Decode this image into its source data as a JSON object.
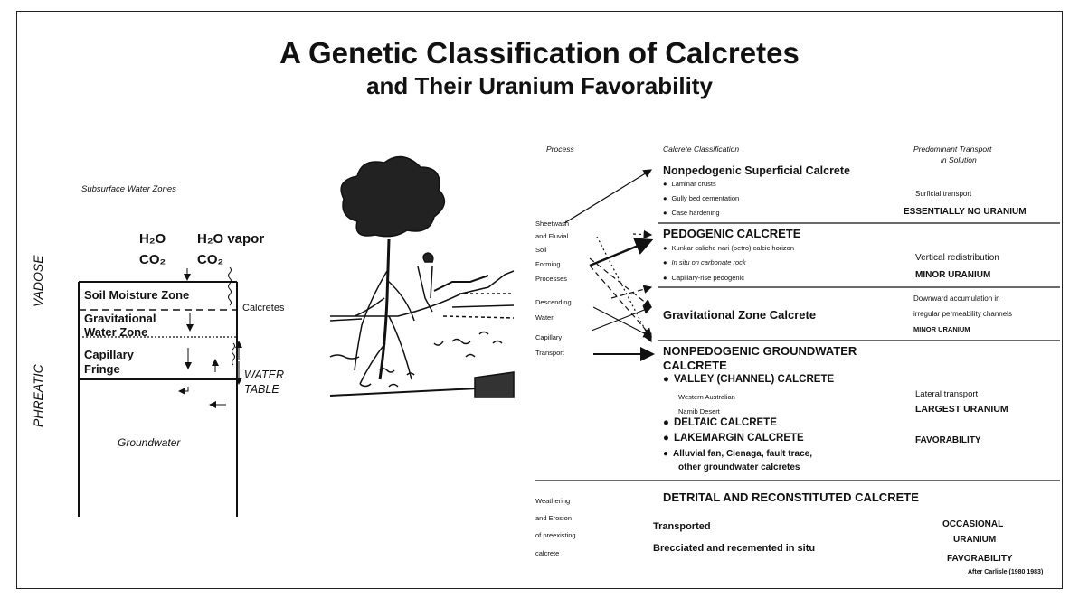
{
  "title": {
    "line1": "A Genetic Classification of Calcretes",
    "line2": "and Their Uranium Favorability"
  },
  "left": {
    "subsurface_label": "Subsurface Water Zones",
    "h2o_1": "H₂O",
    "co2_1": "CO₂",
    "h2o_vapor": "H₂O vapor",
    "co2_2": "CO₂",
    "vadose": "VADOSE",
    "phreatic": "PHREATIC",
    "soil_moisture": "Soil Moisture Zone",
    "grav_line1": "Gravitational",
    "grav_line2": "Water Zone",
    "cap_line1": "Capillary",
    "cap_line2": "Fringe",
    "calcretes": "Calcretes",
    "water": "WATER",
    "table": "TABLE",
    "groundwater": "Groundwater"
  },
  "headers": {
    "process": "Process",
    "classification": "Calcrete Classification",
    "transport_1": "Predominant Transport",
    "transport_2": "in Solution"
  },
  "process_labels": {
    "sheetwash": "Sheetwash",
    "fluvial": "and Fluvial",
    "soil": "Soil",
    "forming": "Forming",
    "processes": "Processes",
    "descending": "Descending",
    "water": "Water",
    "capillary": "Capillary",
    "transport": "Transport",
    "weathering": "Weathering",
    "erosion": "and Erosion",
    "preexisting": "of preexisting",
    "calcrete": "calcrete"
  },
  "classes": {
    "superficial_title": "Nonpedogenic Superficial Calcrete",
    "superficial_items": [
      "Laminar crusts",
      "Gully bed cementation",
      "Case hardening"
    ],
    "pedogenic_title": "PEDOGENIC CALCRETE",
    "pedogenic_items": [
      "Kunkar caliche nari (petro) calcic horizon",
      "In situ on carbonate rock",
      "Capillary-rise pedogenic"
    ],
    "gravitational_title": "Gravitational Zone Calcrete",
    "groundwater_title_1": "NONPEDOGENIC GROUNDWATER",
    "groundwater_title_2": "CALCRETE",
    "valley": "VALLEY (CHANNEL) CALCRETE",
    "western": "Western Australian",
    "namib": "Namib Desert",
    "deltaic": "DELTAIC CALCRETE",
    "lakemargin": "LAKEMARGIN CALCRETE",
    "alluvial_1": "Alluvial fan, Cienaga, fault trace,",
    "alluvial_2": "other groundwater calcretes",
    "detrital_title": "DETRITAL AND RECONSTITUTED CALCRETE",
    "transported": "Transported",
    "brecciated": "Brecciated and recemented in situ"
  },
  "transport": {
    "surficial": "Surficial transport",
    "no_uranium": "ESSENTIALLY NO URANIUM",
    "vertical": "Vertical redistribution",
    "minor_1": "MINOR URANIUM",
    "downward_1": "Downward   accumulation   in",
    "downward_2": "irregular permeability channels",
    "minor_2": "MINOR URANIUM",
    "lateral": "Lateral transport",
    "largest": "LARGEST URANIUM",
    "favorability_1": "FAVORABILITY",
    "occasional": "OCCASIONAL",
    "uranium": "URANIUM",
    "favorability_2": "FAVORABILITY"
  },
  "credit": "After Carlisle (1980 1983)"
}
